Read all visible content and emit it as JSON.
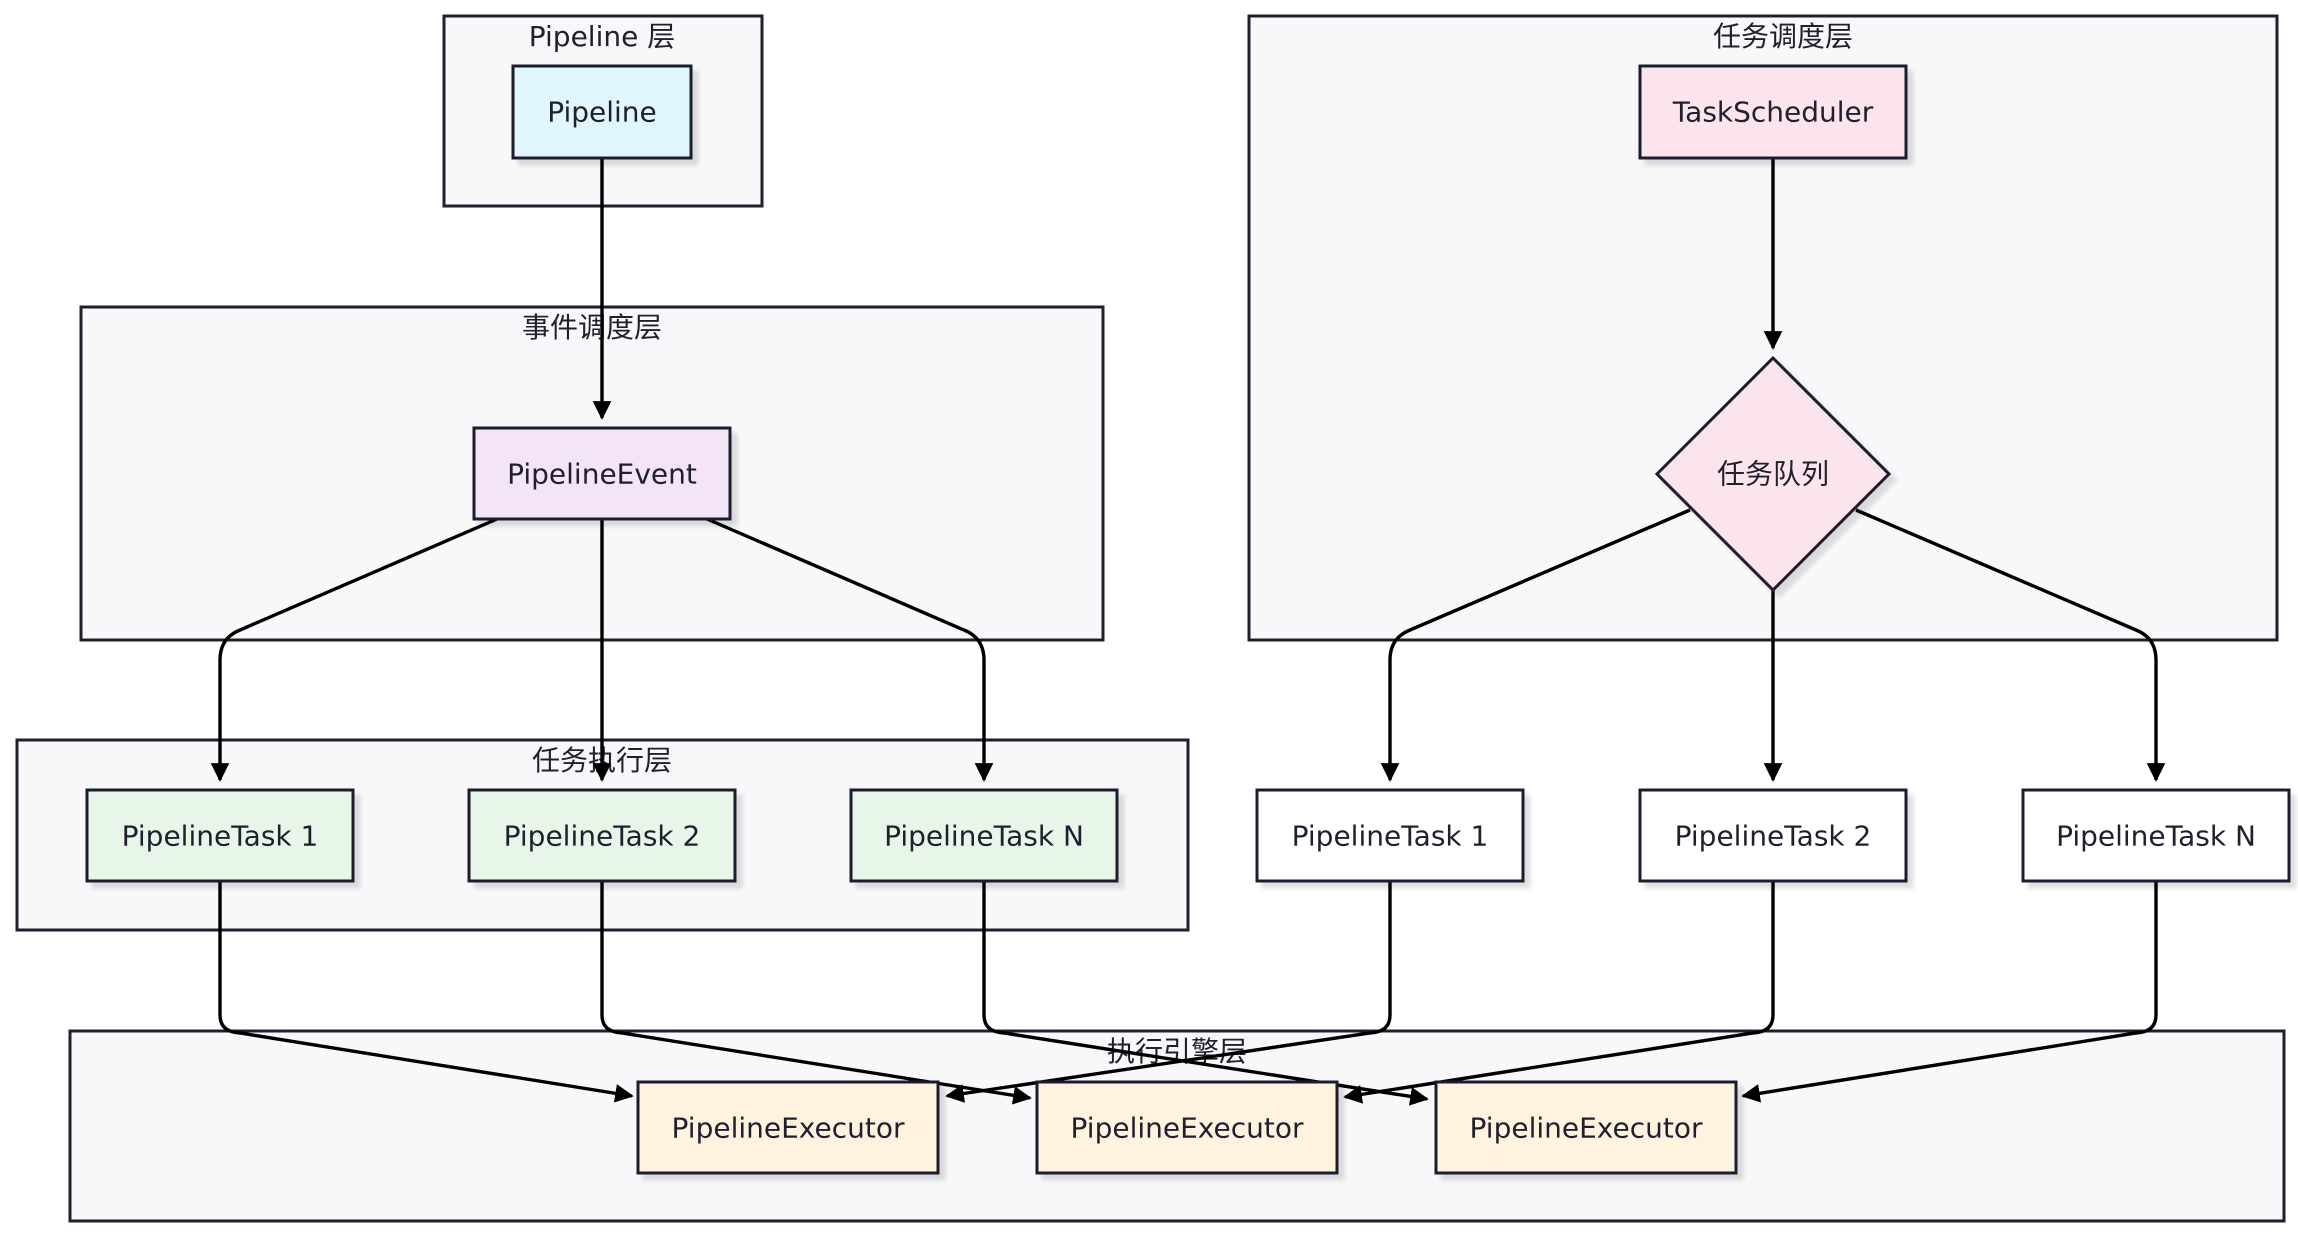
{
  "colors": {
    "layer_fill": "#f8f8fb",
    "border": "#1f1f2e",
    "arrow": "#000000",
    "pipeline": "#e1f5fe",
    "event": "#f3e5f5",
    "task_exec": "#e8f5e9",
    "scheduler": "#fce4ec",
    "task_plain": "#ffffff",
    "executor": "#fff3e0"
  },
  "layers": {
    "pipeline": "Pipeline 层",
    "event": "事件调度层",
    "task_exec": "任务执行层",
    "scheduler": "任务调度层",
    "engine": "执行引擎层"
  },
  "nodes": {
    "pipeline": "Pipeline",
    "pipeline_event": "PipelineEvent",
    "task_scheduler": "TaskScheduler",
    "task_queue": "任务队列",
    "exec_task_1": "PipelineTask 1",
    "exec_task_2": "PipelineTask 2",
    "exec_task_n": "PipelineTask N",
    "sched_task_1": "PipelineTask 1",
    "sched_task_2": "PipelineTask 2",
    "sched_task_n": "PipelineTask N",
    "executor_1": "PipelineExecutor",
    "executor_2": "PipelineExecutor",
    "executor_3": "PipelineExecutor"
  }
}
